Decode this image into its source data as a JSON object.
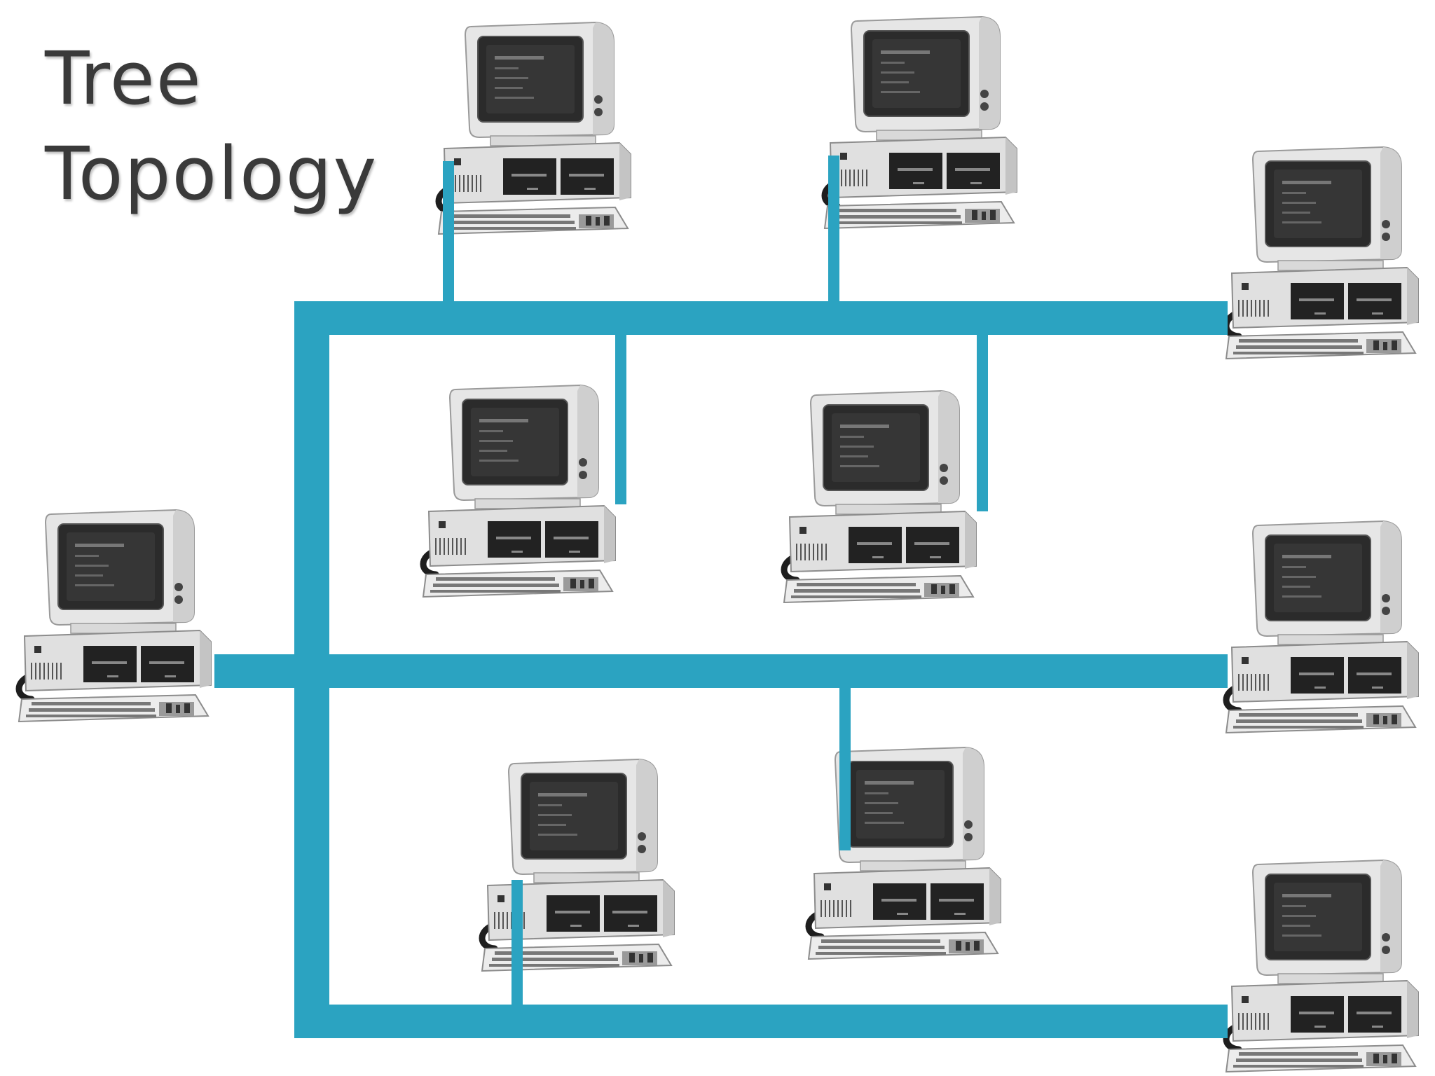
{
  "title": {
    "line1": "Tree",
    "line2": "Topology"
  },
  "colors": {
    "cable": "#2ba3c1",
    "title_text": "#3a3a3a",
    "background": "#ffffff"
  },
  "icons": {
    "node": "computer-icon"
  },
  "nodes": [
    {
      "id": "pc-top-left",
      "icon": "computer-icon"
    },
    {
      "id": "pc-top-mid",
      "icon": "computer-icon"
    },
    {
      "id": "pc-right-top",
      "icon": "computer-icon"
    },
    {
      "id": "pc-inner-left",
      "icon": "computer-icon"
    },
    {
      "id": "pc-inner-right",
      "icon": "computer-icon"
    },
    {
      "id": "pc-far-left-root",
      "icon": "computer-icon"
    },
    {
      "id": "pc-right-mid",
      "icon": "computer-icon"
    },
    {
      "id": "pc-lower-left",
      "icon": "computer-icon"
    },
    {
      "id": "pc-lower-mid",
      "icon": "computer-icon"
    },
    {
      "id": "pc-right-bottom",
      "icon": "computer-icon"
    }
  ]
}
